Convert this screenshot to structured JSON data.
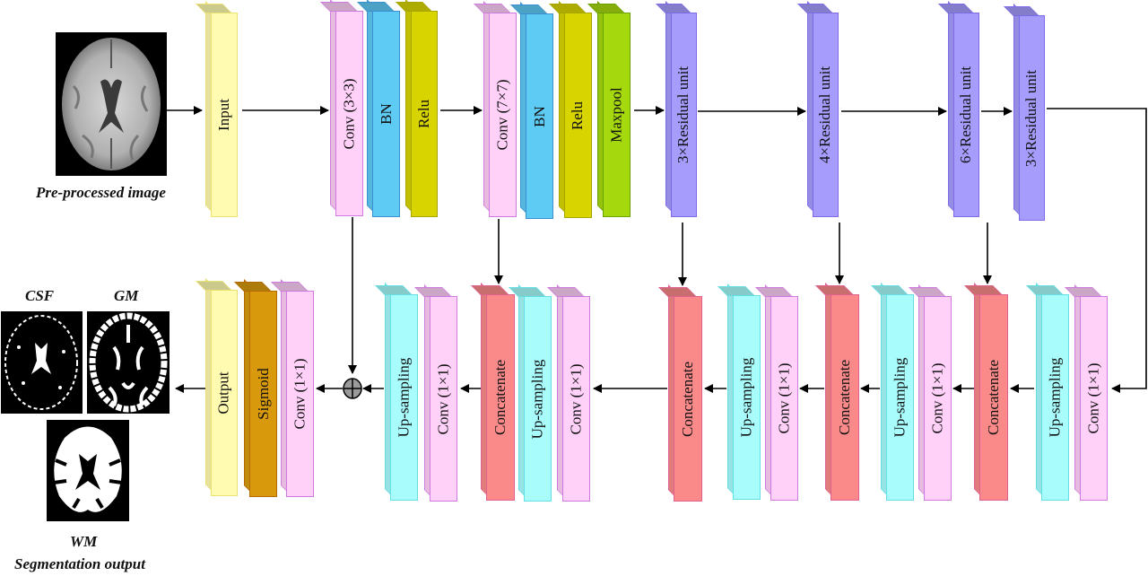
{
  "diagram": {
    "input_caption": "Pre-processed image",
    "output_captions": {
      "csf": "CSF",
      "gm": "GM",
      "wm": "WM",
      "title": "Segmentation output"
    },
    "colors": {
      "input": {
        "fill": "#fffbb0",
        "border": "#ece070"
      },
      "conv": {
        "fill": "#ffd0f8",
        "border": "#d07ae0"
      },
      "bn": {
        "fill": "#5ecbf5",
        "border": "#3a8fd0"
      },
      "relu": {
        "fill": "#d8d400",
        "border": "#a8a400"
      },
      "maxpool": {
        "fill": "#a6d80e",
        "border": "#6aa000"
      },
      "residual": {
        "fill": "#a59cfc",
        "border": "#7c6ae8"
      },
      "concat": {
        "fill": "#fa8a8a",
        "border": "#e06090"
      },
      "upsample": {
        "fill": "#a8fcfc",
        "border": "#62e0e6"
      },
      "sigmoid": {
        "fill": "#d89a0c",
        "border": "#b46a00"
      },
      "output": {
        "fill": "#fffbb0",
        "border": "#ece070"
      },
      "add_node": "#9a9a9a"
    },
    "encoder": [
      {
        "id": "input",
        "label": "Input",
        "type": "input"
      },
      {
        "id": "conv3",
        "label": "Conv (3×3)",
        "type": "conv"
      },
      {
        "id": "bn1",
        "label": "BN",
        "type": "bn"
      },
      {
        "id": "relu1",
        "label": "Relu",
        "type": "relu"
      },
      {
        "id": "conv7",
        "label": "Conv (7×7)",
        "type": "conv"
      },
      {
        "id": "bn2",
        "label": "BN",
        "type": "bn"
      },
      {
        "id": "relu2",
        "label": "Relu",
        "type": "relu"
      },
      {
        "id": "maxpool",
        "label": "Maxpool",
        "type": "maxpool"
      },
      {
        "id": "res3a",
        "label": "3×Residual unit",
        "type": "residual"
      },
      {
        "id": "res4",
        "label": "4×Residual unit",
        "type": "residual"
      },
      {
        "id": "res6",
        "label": "6×Residual unit",
        "type": "residual"
      },
      {
        "id": "res3b",
        "label": "3×Residual unit",
        "type": "residual"
      }
    ],
    "decoder": [
      {
        "id": "output",
        "label": "Output",
        "type": "output"
      },
      {
        "id": "sigmoid",
        "label": "Sigmoid",
        "type": "sigmoid"
      },
      {
        "id": "conv_d0",
        "label": "Conv (1×1)",
        "type": "conv"
      },
      {
        "id": "up_d1",
        "label": "Up-sampling",
        "type": "upsample"
      },
      {
        "id": "conv_d1",
        "label": "Conv (1×1)",
        "type": "conv"
      },
      {
        "id": "cat_d1",
        "label": "Concatenate",
        "type": "concat"
      },
      {
        "id": "up_d2",
        "label": "Up-sampling",
        "type": "upsample"
      },
      {
        "id": "conv_d2",
        "label": "Conv (1×1)",
        "type": "conv"
      },
      {
        "id": "cat_d2",
        "label": "Concatenate",
        "type": "concat"
      },
      {
        "id": "up_d3",
        "label": "Up-sampling",
        "type": "upsample"
      },
      {
        "id": "conv_d3",
        "label": "Conv (1×1)",
        "type": "conv"
      },
      {
        "id": "cat_d3",
        "label": "Concatenate",
        "type": "concat"
      },
      {
        "id": "up_d4",
        "label": "Up-sampling",
        "type": "upsample"
      },
      {
        "id": "conv_d4",
        "label": "Conv (1×1)",
        "type": "conv"
      },
      {
        "id": "cat_d4",
        "label": "Concatenate",
        "type": "concat"
      },
      {
        "id": "up_d5",
        "label": "Up-sampling",
        "type": "upsample"
      },
      {
        "id": "conv_d5",
        "label": "Conv (1×1)",
        "type": "conv"
      }
    ],
    "add_node_symbol": "⊕",
    "skip_connections": [
      {
        "from": "conv3",
        "to": "add"
      },
      {
        "from": "conv7",
        "to": "cat_d1"
      },
      {
        "from": "res3a",
        "to": "cat_d2"
      },
      {
        "from": "res4",
        "to": "cat_d3"
      },
      {
        "from": "res6",
        "to": "cat_d4"
      }
    ]
  }
}
